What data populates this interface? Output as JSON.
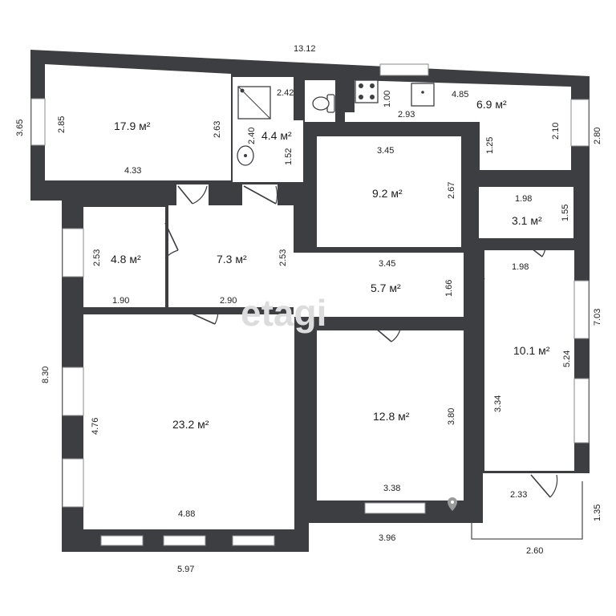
{
  "watermark": "etagi",
  "rooms": {
    "room_a": {
      "area": "17.9 м²",
      "dim_left": "2.85",
      "dim_right": "2.63",
      "dim_bottom": "4.33"
    },
    "bathroom": {
      "area": "4.4 м²",
      "dim_top": "2.42",
      "dim_left": "2.40",
      "dim_right": "1.52"
    },
    "kitchen": {
      "area": "6.9 м²",
      "dim_top": "4.85",
      "dim_bottom": "2.93",
      "dim_left": "1.00",
      "dim_right": "2.10",
      "dim_inner": "1.25"
    },
    "room_b": {
      "area": "9.2 м²",
      "dim_top": "3.45",
      "dim_right": "2.67"
    },
    "storage": {
      "area": "3.1 м²",
      "dim_top": "1.98",
      "dim_right": "1.55",
      "dim_bottom": "1.98"
    },
    "closet": {
      "area": "4.8 м²",
      "dim_left": "2.53",
      "dim_bottom": "1.90"
    },
    "hall": {
      "area": "7.3 м²",
      "dim_right": "2.53",
      "dim_bottom": "2.90"
    },
    "corridor": {
      "area": "5.7 м²",
      "dim_top": "3.45",
      "dim_right": "1.66"
    },
    "room_c": {
      "area": "10.1 м²",
      "dim_right": "5.24",
      "dim_left": "3.34",
      "dim_bottom": "2.33"
    },
    "living": {
      "area": "23.2 м²",
      "dim_left": "4.76",
      "dim_bottom": "4.88"
    },
    "room_d": {
      "area": "12.8 м²",
      "dim_right": "3.80",
      "dim_bottom": "3.38"
    }
  },
  "outer_dims": {
    "top": "13.12",
    "left_top": "3.65",
    "left_bottom": "8.30",
    "right_top": "2.80",
    "right_mid": "7.03",
    "right_balcony": "1.35",
    "bottom_left": "5.97",
    "bottom_mid": "3.96",
    "bottom_balcony": "2.60"
  }
}
